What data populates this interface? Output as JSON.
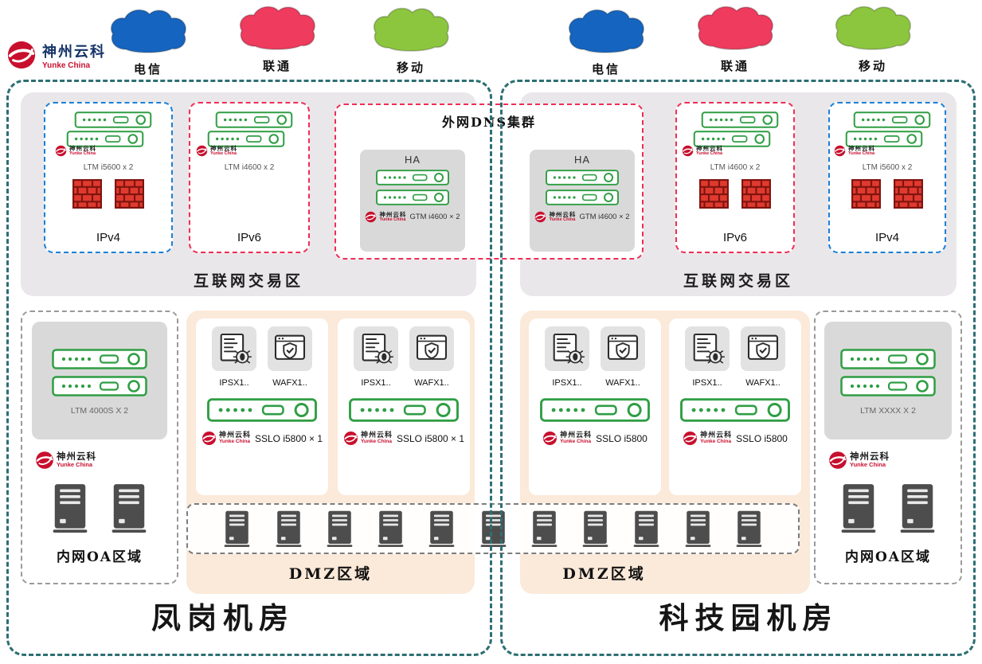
{
  "colors": {
    "teal_border": "#2d6f74",
    "zone_gray": "#e9e7ea",
    "box_gray": "#d9d9d9",
    "ipv4_blue": "#1c7fd6",
    "ipv6_pink": "#ef2d56",
    "appliance_green": "#2f9e44",
    "dmz_peach": "#fbe9d9",
    "cloud_telecom": "#1565c0",
    "cloud_unicom": "#ee3b5e",
    "cloud_mobile": "#8cc63e",
    "firewall_red": "#e03a2f",
    "brand_red": "#c8102e",
    "brand_dark": "#16346a"
  },
  "brand": {
    "name": "神州云科",
    "subtitle": "Yunke China"
  },
  "clouds": {
    "left": [
      {
        "label": "电信"
      },
      {
        "label": "联通"
      },
      {
        "label": "移动"
      }
    ],
    "right": [
      {
        "label": "电信"
      },
      {
        "label": "联通"
      },
      {
        "label": "移动"
      }
    ]
  },
  "dns_cluster": {
    "title": "外网DNS集群",
    "ha": [
      {
        "label": "HA",
        "device_label": "GTM i4600 × 2"
      },
      {
        "label": "HA",
        "device_label": "GTM i4600 × 2"
      }
    ]
  },
  "server_strip": {
    "server_count": 11
  },
  "datacenters": [
    {
      "name": "凤岗机房",
      "internet_zone_label": "互联网交易区",
      "ip_boxes": [
        {
          "label": "IPv4",
          "device_label": "LTM i5600 x 2",
          "firewall_count": 2
        },
        {
          "label": "IPv6",
          "device_label": "LTM i4600 x 2",
          "firewall_count": 0
        }
      ],
      "oa_zone": {
        "label": "内网OA区域",
        "device_label": "LTM 4000S X 2"
      },
      "dmz": {
        "label": "DMZ区域",
        "groups": [
          {
            "ips_label": "IPSX1..",
            "waf_label": "WAFX1..",
            "sslo_label": "SSLO i5800 × 1"
          },
          {
            "ips_label": "IPSX1..",
            "waf_label": "WAFX1..",
            "sslo_label": "SSLO i5800 × 1"
          }
        ]
      }
    },
    {
      "name": "科技园机房",
      "internet_zone_label": "互联网交易区",
      "ip_boxes": [
        {
          "label": "IPv6",
          "device_label": "LTM i4600 x 2",
          "firewall_count": 2
        },
        {
          "label": "IPv4",
          "device_label": "LTM i5600 x 2",
          "firewall_count": 2
        }
      ],
      "oa_zone": {
        "label": "内网OA区域",
        "device_label": "LTM XXXX X 2"
      },
      "dmz": {
        "label": "DMZ区域",
        "groups": [
          {
            "ips_label": "IPSX1..",
            "waf_label": "WAFX1..",
            "sslo_label": "SSLO i5800"
          },
          {
            "ips_label": "IPSX1..",
            "waf_label": "WAFX1..",
            "sslo_label": "SSLO i5800"
          }
        ]
      }
    }
  ]
}
